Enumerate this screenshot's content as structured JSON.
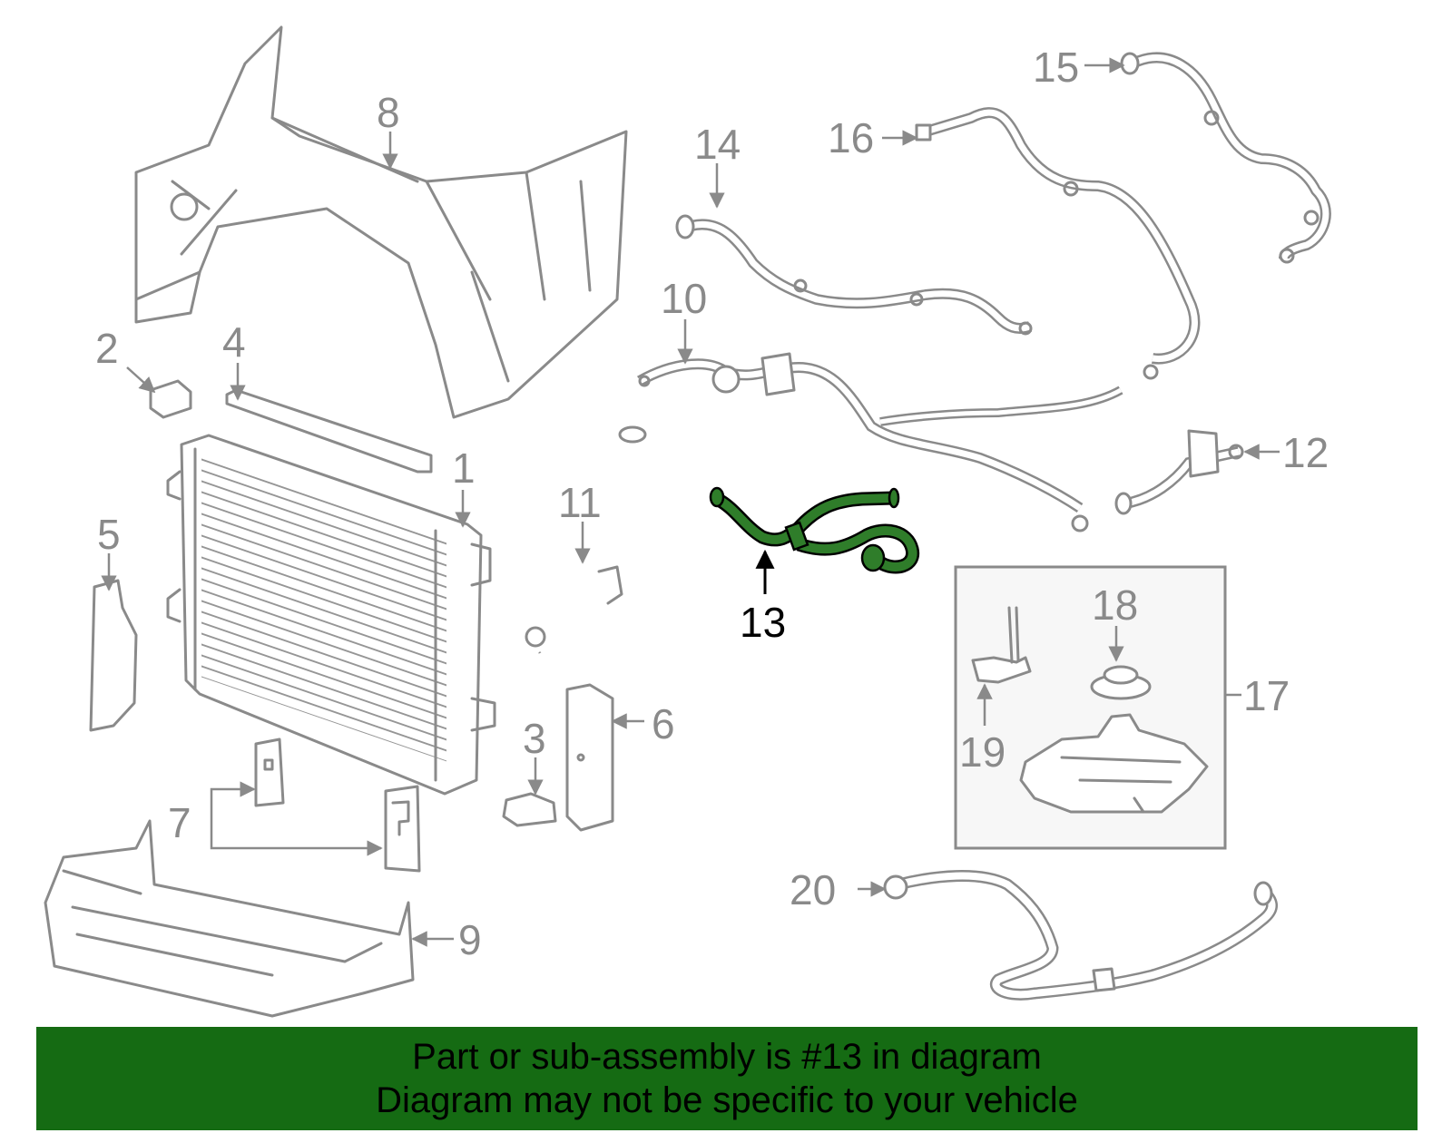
{
  "callouts": {
    "c1": "1",
    "c2": "2",
    "c3": "3",
    "c4": "4",
    "c5": "5",
    "c6": "6",
    "c7": "7",
    "c8": "8",
    "c9": "9",
    "c10": "10",
    "c11": "11",
    "c12": "12",
    "c13": "13",
    "c14": "14",
    "c15": "15",
    "c16": "16",
    "c17": "17",
    "c18": "18",
    "c19": "19",
    "c20": "20"
  },
  "banner": {
    "line1": "Part or sub-assembly is #13 in diagram",
    "line2": "Diagram may not be specific to your vehicle"
  },
  "colors": {
    "highlight_part": "#2f7d2a",
    "banner": "#156b13",
    "linework": "#8a8a8a",
    "highlight_callout": "#000000"
  },
  "highlighted_part": "13"
}
